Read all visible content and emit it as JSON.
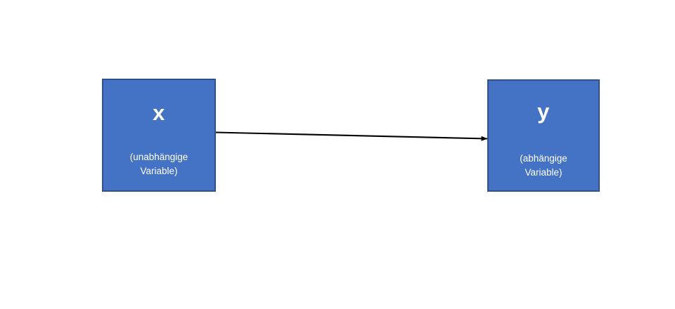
{
  "diagram": {
    "title": "",
    "background_color": "#FFFFFF",
    "node_fill_color": "#4472C4",
    "node_border_color": "#2F528F",
    "node_text_color": "#FFFFFF",
    "arrow_color": "#000000",
    "nodes": [
      {
        "id": "x",
        "symbol": "x",
        "caption_line1": "(unabhängige",
        "caption_line2": "Variable)",
        "caption": "(unabhängige Variable)"
      },
      {
        "id": "y",
        "symbol": "y",
        "caption_line1": "(abhängige",
        "caption_line2": "Variable)",
        "caption": "(abhängige Variable)"
      }
    ],
    "edges": [
      {
        "id": "x-to-y",
        "from": "x",
        "to": "y",
        "label": "",
        "arrowhead": "solid-triangle"
      }
    ]
  }
}
